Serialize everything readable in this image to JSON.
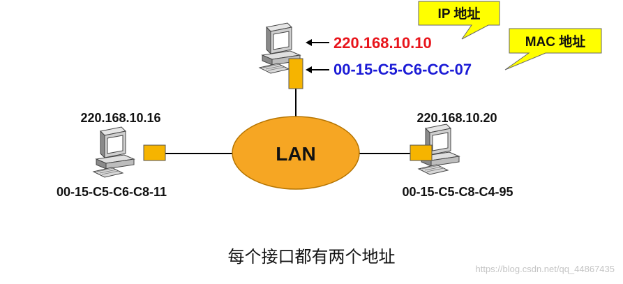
{
  "lan": {
    "label": "LAN"
  },
  "top_host": {
    "ip": "220.168.10.10",
    "mac": "00-15-C5-C6-CC-07",
    "ip_callout": "IP 地址",
    "mac_callout": "MAC 地址"
  },
  "left_host": {
    "ip": "220.168.10.16",
    "mac": "00-15-C5-C6-C8-11"
  },
  "right_host": {
    "ip": "220.168.10.20",
    "mac": "00-15-C5-C8-C4-95"
  },
  "caption": "每个接口都有两个地址",
  "watermark": "https://blog.csdn.net/qq_44867435",
  "colors": {
    "ip_highlight": "#e8141b",
    "mac_highlight": "#1b1bd6",
    "lan_fill": "#f6a623",
    "callout_fill": "#ffff00",
    "interface_fill": "#f6b400"
  }
}
